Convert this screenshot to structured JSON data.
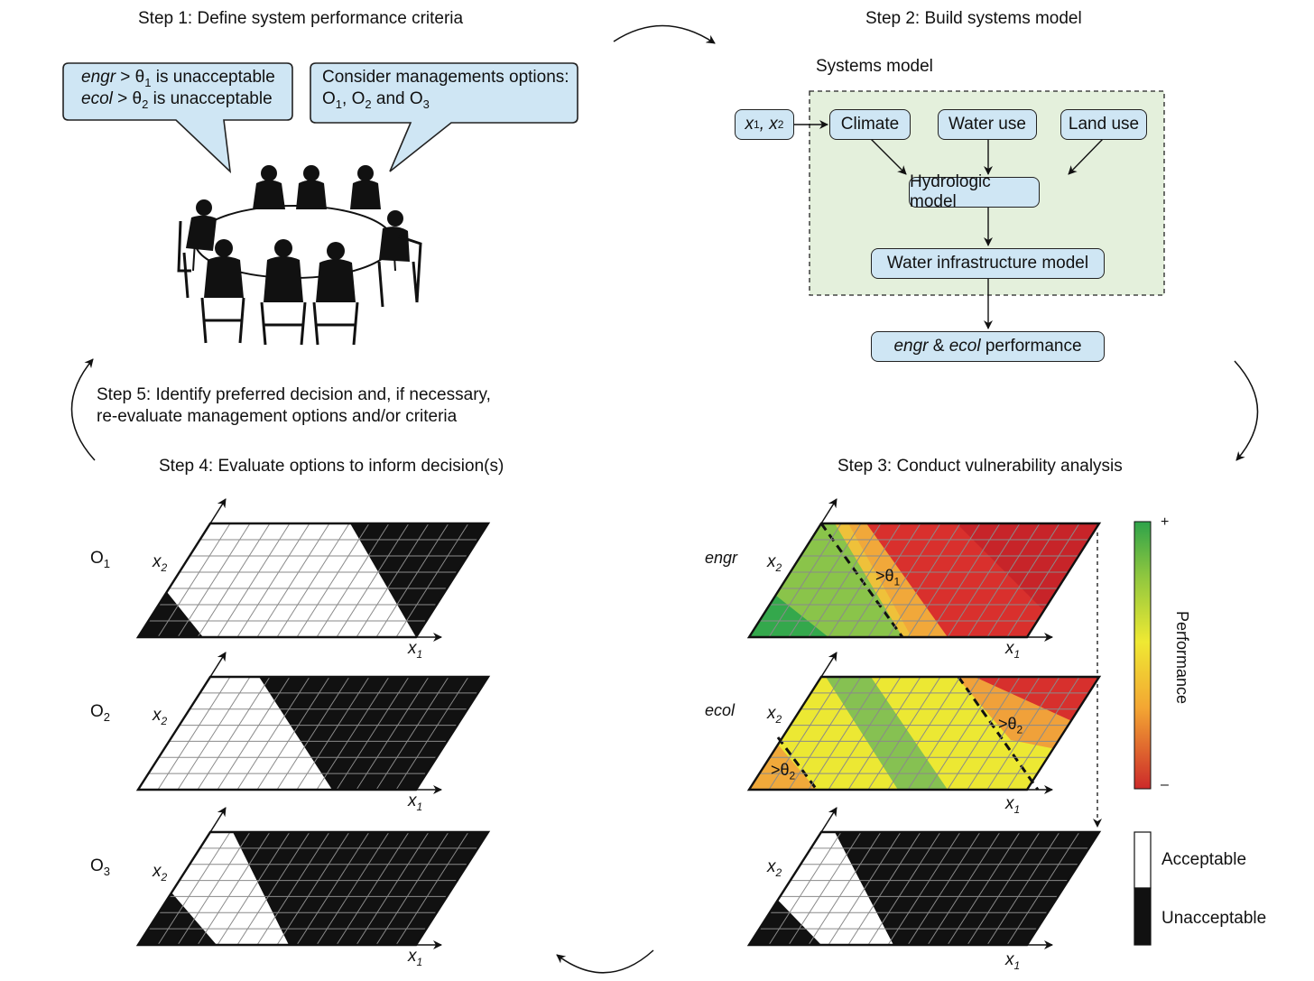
{
  "steps": {
    "step1": "Step 1: Define system performance criteria",
    "step2": "Step 2: Build systems model",
    "step3": "Step 3: Conduct vulnerability analysis",
    "step4": "Step 4: Evaluate options to inform decision(s)",
    "step5_line1": "Step 5: Identify preferred decision and, if necessary,",
    "step5_line2": "re-evaluate management options and/or criteria"
  },
  "bubbles": {
    "criteria": {
      "line1_var": "engr",
      "line1_rest": " > θ",
      "line1_sub": "1",
      "line1_end": " is unacceptable",
      "line2_var": "ecol",
      "line2_rest": " > θ",
      "line2_sub": "2",
      "line2_end": " is unacceptable"
    },
    "options": {
      "line1": "Consider managements options:",
      "o1": "O",
      "o1_sub": "1",
      "sep": ", O",
      "o2_sub": "2",
      "and": " and O",
      "o3_sub": "3"
    }
  },
  "systems_model": {
    "title": "Systems model",
    "input_x1": "x",
    "input_sub1": "1",
    "input_comma": ", x",
    "input_sub2": "2",
    "climate": "Climate",
    "water_use": "Water use",
    "land_use": "Land use",
    "hydrologic": "Hydrologic model",
    "infrastructure": "Water infrastructure model",
    "perf_engr": "engr",
    "perf_amp": " & ",
    "perf_ecol": "ecol",
    "perf_rest": " performance"
  },
  "options_panel": {
    "labels": [
      {
        "main": "O",
        "sub": "1"
      },
      {
        "main": "O",
        "sub": "2"
      },
      {
        "main": "O",
        "sub": "3"
      }
    ]
  },
  "vulnerability_panel": {
    "engr_label": "engr",
    "ecol_label": "ecol",
    "threshold1": ">θ",
    "threshold1_sub": "1",
    "threshold2": ">θ",
    "threshold2_sub": "2"
  },
  "axes": {
    "x": "x",
    "x_sub": "1",
    "y": "x",
    "y_sub": "2"
  },
  "legend": {
    "performance_title": "Performance",
    "plus": "+",
    "minus": "–",
    "acceptable": "Acceptable",
    "unacceptable": "Unacceptable"
  },
  "colors": {
    "node_fill": "#cfe6f4",
    "model_fill": "#e4f0dc",
    "acceptable": "#ffffff",
    "unacceptable": "#111111",
    "perf_high": "#2ea24a",
    "perf_mid": "#efe933",
    "perf_low": "#d02b2a"
  }
}
